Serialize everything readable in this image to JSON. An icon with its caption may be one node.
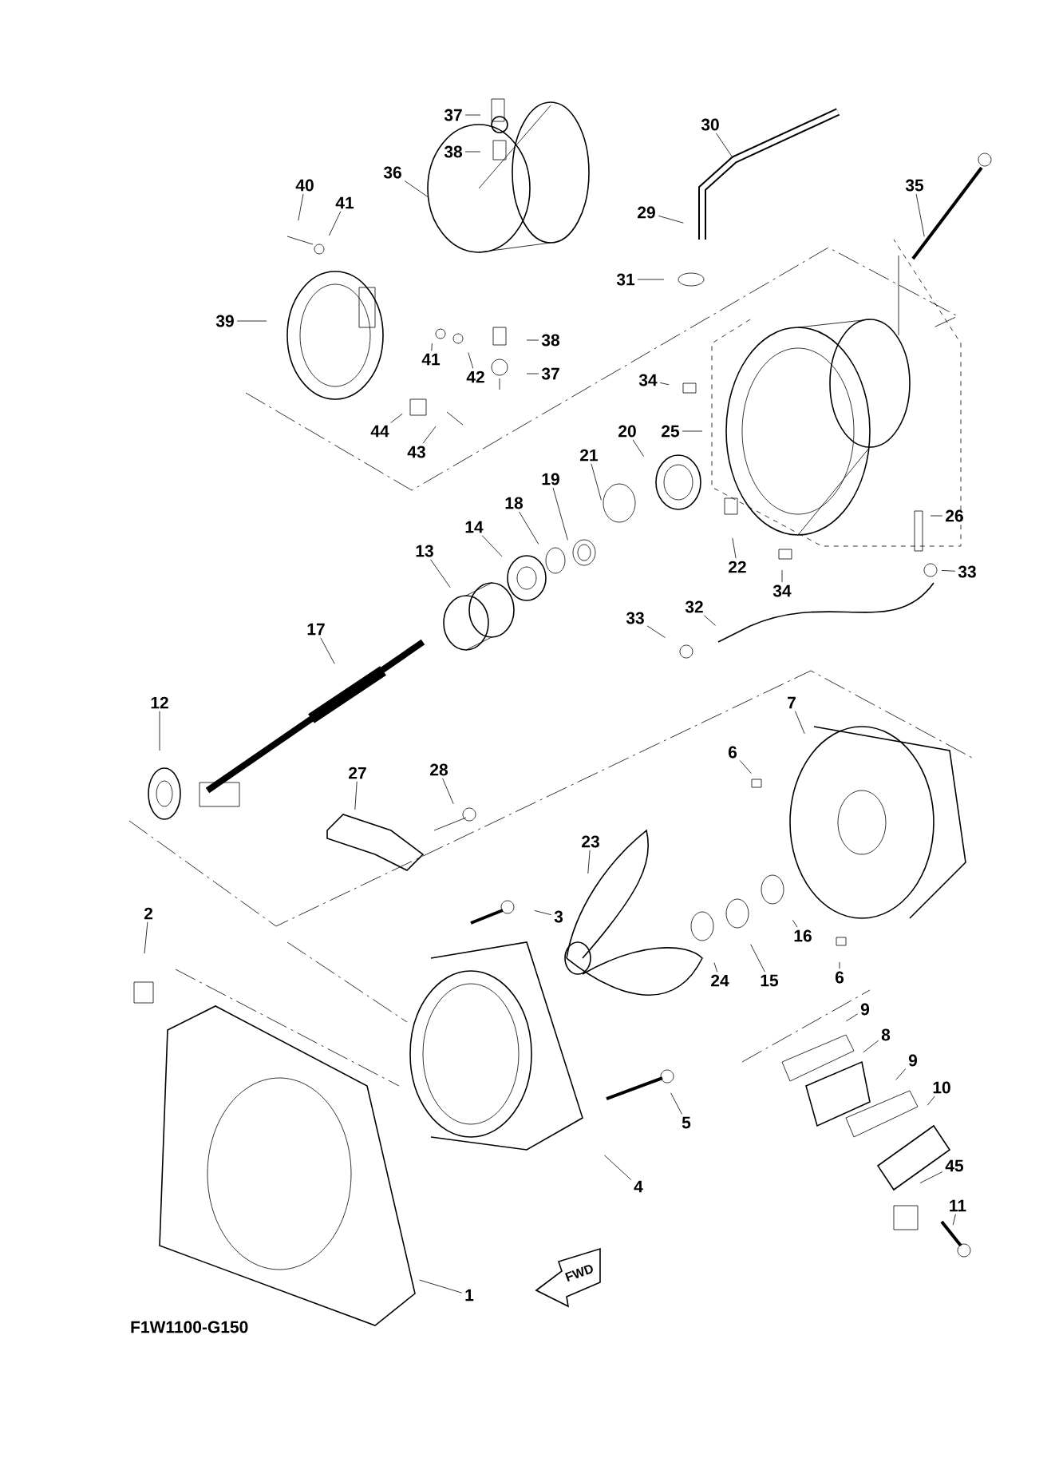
{
  "diagram": {
    "nodes": [
      {
        "text": [
          "37"
        ]
      },
      {
        "text": [
          "38"
        ]
      },
      {
        "text": [
          "30"
        ]
      },
      {
        "text": [
          "36"
        ]
      },
      {
        "text": [
          "40"
        ]
      },
      {
        "text": [
          "41"
        ]
      },
      {
        "text": [
          "35"
        ]
      },
      {
        "text": [
          "29"
        ]
      },
      {
        "text": [
          "31"
        ]
      },
      {
        "text": [
          "39"
        ]
      },
      {
        "text": [
          "41"
        ]
      },
      {
        "text": [
          "42"
        ]
      },
      {
        "text": [
          "38"
        ]
      },
      {
        "text": [
          "37"
        ]
      },
      {
        "text": [
          "34"
        ]
      },
      {
        "text": [
          "44"
        ]
      },
      {
        "text": [
          "43"
        ]
      },
      {
        "text": [
          "20"
        ]
      },
      {
        "text": [
          "25"
        ]
      },
      {
        "text": [
          "21"
        ]
      },
      {
        "text": [
          "19"
        ]
      },
      {
        "text": [
          "26"
        ]
      },
      {
        "text": [
          "18"
        ]
      },
      {
        "text": [
          "14"
        ]
      },
      {
        "text": [
          "22"
        ]
      },
      {
        "text": [
          "34"
        ]
      },
      {
        "text": [
          "33"
        ]
      },
      {
        "text": [
          "13"
        ]
      },
      {
        "text": [
          "32"
        ]
      },
      {
        "text": [
          "33"
        ]
      },
      {
        "text": [
          "17"
        ]
      },
      {
        "text": [
          "12"
        ]
      },
      {
        "text": [
          "7"
        ]
      },
      {
        "text": [
          "6"
        ]
      },
      {
        "text": [
          "27"
        ]
      },
      {
        "text": [
          "28"
        ]
      },
      {
        "text": [
          "23"
        ]
      },
      {
        "text": [
          "3"
        ]
      },
      {
        "text": [
          "2"
        ]
      },
      {
        "text": [
          "16"
        ]
      },
      {
        "text": [
          "15"
        ]
      },
      {
        "text": [
          "24"
        ]
      },
      {
        "text": [
          "6"
        ]
      },
      {
        "text": [
          "9"
        ]
      },
      {
        "text": [
          "8"
        ]
      },
      {
        "text": [
          "9"
        ]
      },
      {
        "text": [
          "5"
        ]
      },
      {
        "text": [
          "10"
        ]
      },
      {
        "text": [
          "4"
        ]
      },
      {
        "text": [
          "45"
        ]
      },
      {
        "text": [
          "11"
        ]
      },
      {
        "text": [
          "1"
        ]
      }
    ],
    "edges": [
      {
        "from": 0,
        "to": null,
        "arrow": "none"
      },
      {
        "from": 1,
        "to": null,
        "arrow": "none"
      },
      {
        "from": 2,
        "to": null,
        "arrow": "none"
      },
      {
        "from": 3,
        "to": null,
        "arrow": "none"
      },
      {
        "from": 4,
        "to": null,
        "arrow": "none"
      },
      {
        "from": 5,
        "to": null,
        "arrow": "none"
      },
      {
        "from": 6,
        "to": null,
        "arrow": "none"
      },
      {
        "from": 7,
        "to": null,
        "arrow": "none"
      },
      {
        "from": 8,
        "to": null,
        "arrow": "none"
      },
      {
        "from": 9,
        "to": null,
        "arrow": "none"
      },
      {
        "from": 10,
        "to": null,
        "arrow": "none"
      },
      {
        "from": 11,
        "to": null,
        "arrow": "none"
      },
      {
        "from": 12,
        "to": null,
        "arrow": "none"
      },
      {
        "from": 13,
        "to": null,
        "arrow": "none"
      },
      {
        "from": 14,
        "to": null,
        "arrow": "none"
      },
      {
        "from": 15,
        "to": null,
        "arrow": "none"
      },
      {
        "from": 16,
        "to": null,
        "arrow": "none"
      },
      {
        "from": 17,
        "to": null,
        "arrow": "none"
      },
      {
        "from": 18,
        "to": null,
        "arrow": "none"
      },
      {
        "from": 19,
        "to": null,
        "arrow": "none"
      },
      {
        "from": 20,
        "to": null,
        "arrow": "none"
      },
      {
        "from": 21,
        "to": null,
        "arrow": "none"
      },
      {
        "from": 22,
        "to": null,
        "arrow": "none"
      },
      {
        "from": 23,
        "to": null,
        "arrow": "none"
      },
      {
        "from": 24,
        "to": null,
        "arrow": "none"
      },
      {
        "from": 25,
        "to": null,
        "arrow": "none"
      },
      {
        "from": 26,
        "to": null,
        "arrow": "none"
      },
      {
        "from": 27,
        "to": null,
        "arrow": "none"
      },
      {
        "from": 28,
        "to": null,
        "arrow": "none"
      },
      {
        "from": 29,
        "to": null,
        "arrow": "none"
      },
      {
        "from": 30,
        "to": null,
        "arrow": "none"
      },
      {
        "from": 31,
        "to": null,
        "arrow": "none"
      },
      {
        "from": 32,
        "to": null,
        "arrow": "none"
      },
      {
        "from": 33,
        "to": null,
        "arrow": "none"
      },
      {
        "from": 34,
        "to": null,
        "arrow": "none"
      },
      {
        "from": 35,
        "to": null,
        "arrow": "none"
      },
      {
        "from": 36,
        "to": null,
        "arrow": "none"
      },
      {
        "from": 37,
        "to": null,
        "arrow": "none"
      },
      {
        "from": 38,
        "to": null,
        "arrow": "none"
      },
      {
        "from": 39,
        "to": null,
        "arrow": "none"
      },
      {
        "from": 40,
        "to": null,
        "arrow": "none"
      },
      {
        "from": 41,
        "to": null,
        "arrow": "none"
      },
      {
        "from": 42,
        "to": null,
        "arrow": "none"
      },
      {
        "from": 43,
        "to": null,
        "arrow": "none"
      },
      {
        "from": 44,
        "to": null,
        "arrow": "none"
      },
      {
        "from": 45,
        "to": null,
        "arrow": "none"
      },
      {
        "from": 46,
        "to": null,
        "arrow": "none"
      },
      {
        "from": 47,
        "to": null,
        "arrow": "none"
      },
      {
        "from": 48,
        "to": null,
        "arrow": "none"
      },
      {
        "from": 49,
        "to": null,
        "arrow": "none"
      },
      {
        "from": 50,
        "to": null,
        "arrow": "none"
      },
      {
        "from": 51,
        "to": null,
        "arrow": "none"
      }
    ],
    "labels": [
      "FWD",
      "F1W1100-G150"
    ]
  }
}
